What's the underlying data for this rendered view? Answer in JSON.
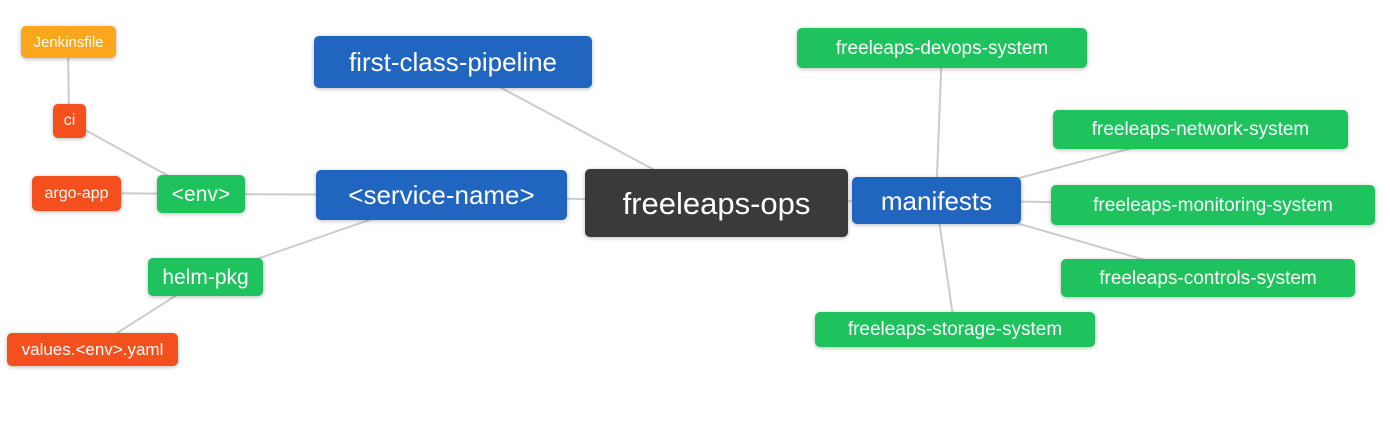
{
  "diagram": {
    "title": "freeleaps-ops mind map",
    "root": "freeleaps-ops",
    "colors": {
      "blue": "#2065C0",
      "green": "#1EC35E",
      "red": "#F4501E",
      "orange": "#FAA71E",
      "dark": "#3A3A3A",
      "edge": "#CCCCCC",
      "background": "#FFFFFF",
      "text": "#FFFFFF"
    },
    "nodes": [
      {
        "id": "jenkinsfile",
        "label": "Jenkinsfile",
        "color": "orange"
      },
      {
        "id": "ci",
        "label": "ci",
        "color": "red"
      },
      {
        "id": "argo-app",
        "label": "argo-app",
        "color": "red"
      },
      {
        "id": "env",
        "label": "<env>",
        "color": "green"
      },
      {
        "id": "helm-pkg",
        "label": "helm-pkg",
        "color": "green"
      },
      {
        "id": "values-env-yaml",
        "label": "values.<env>.yaml",
        "color": "red"
      },
      {
        "id": "first-class-pipeline",
        "label": "first-class-pipeline",
        "color": "blue"
      },
      {
        "id": "service-name",
        "label": "<service-name>",
        "color": "blue"
      },
      {
        "id": "freeleaps-ops",
        "label": "freeleaps-ops",
        "color": "dark"
      },
      {
        "id": "manifests",
        "label": "manifests",
        "color": "blue"
      },
      {
        "id": "freeleaps-devops-system",
        "label": "freeleaps-devops-system",
        "color": "green"
      },
      {
        "id": "freeleaps-network-system",
        "label": "freeleaps-network-system",
        "color": "green"
      },
      {
        "id": "freeleaps-monitoring-system",
        "label": "freeleaps-monitoring-system",
        "color": "green"
      },
      {
        "id": "freeleaps-controls-system",
        "label": "freeleaps-controls-system",
        "color": "green"
      },
      {
        "id": "freeleaps-storage-system",
        "label": "freeleaps-storage-system",
        "color": "green"
      }
    ],
    "edges": [
      {
        "from": "jenkinsfile",
        "to": "ci"
      },
      {
        "from": "ci",
        "to": "env"
      },
      {
        "from": "argo-app",
        "to": "env"
      },
      {
        "from": "env",
        "to": "service-name"
      },
      {
        "from": "helm-pkg",
        "to": "service-name"
      },
      {
        "from": "values-env-yaml",
        "to": "helm-pkg"
      },
      {
        "from": "first-class-pipeline",
        "to": "freeleaps-ops"
      },
      {
        "from": "service-name",
        "to": "freeleaps-ops"
      },
      {
        "from": "freeleaps-ops",
        "to": "manifests"
      },
      {
        "from": "manifests",
        "to": "freeleaps-devops-system"
      },
      {
        "from": "manifests",
        "to": "freeleaps-network-system"
      },
      {
        "from": "manifests",
        "to": "freeleaps-monitoring-system"
      },
      {
        "from": "manifests",
        "to": "freeleaps-controls-system"
      },
      {
        "from": "manifests",
        "to": "freeleaps-storage-system"
      }
    ]
  }
}
